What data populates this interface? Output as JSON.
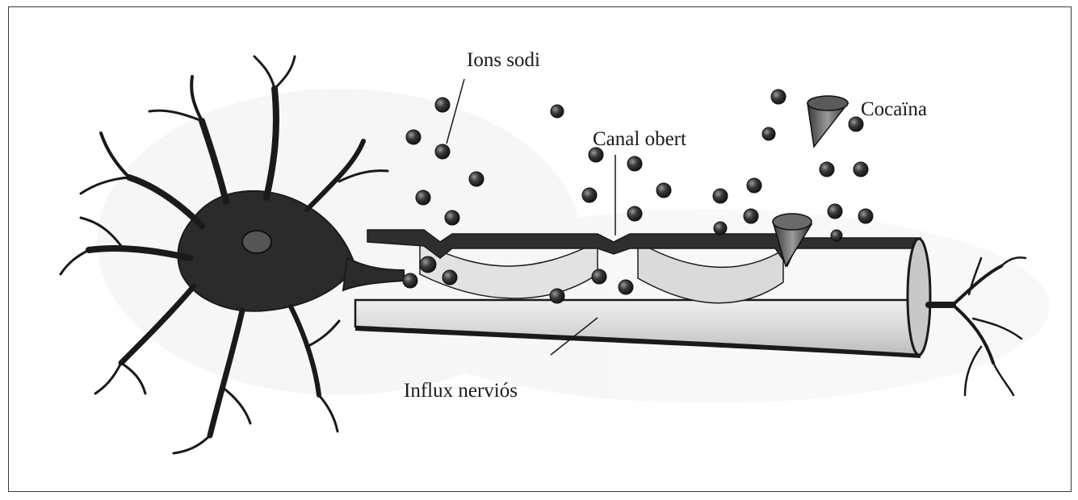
{
  "labels": {
    "ions": "Ions sodi",
    "canal": "Canal obert",
    "cocaine": "Cocaïna",
    "influx": "Influx nerviós"
  }
}
